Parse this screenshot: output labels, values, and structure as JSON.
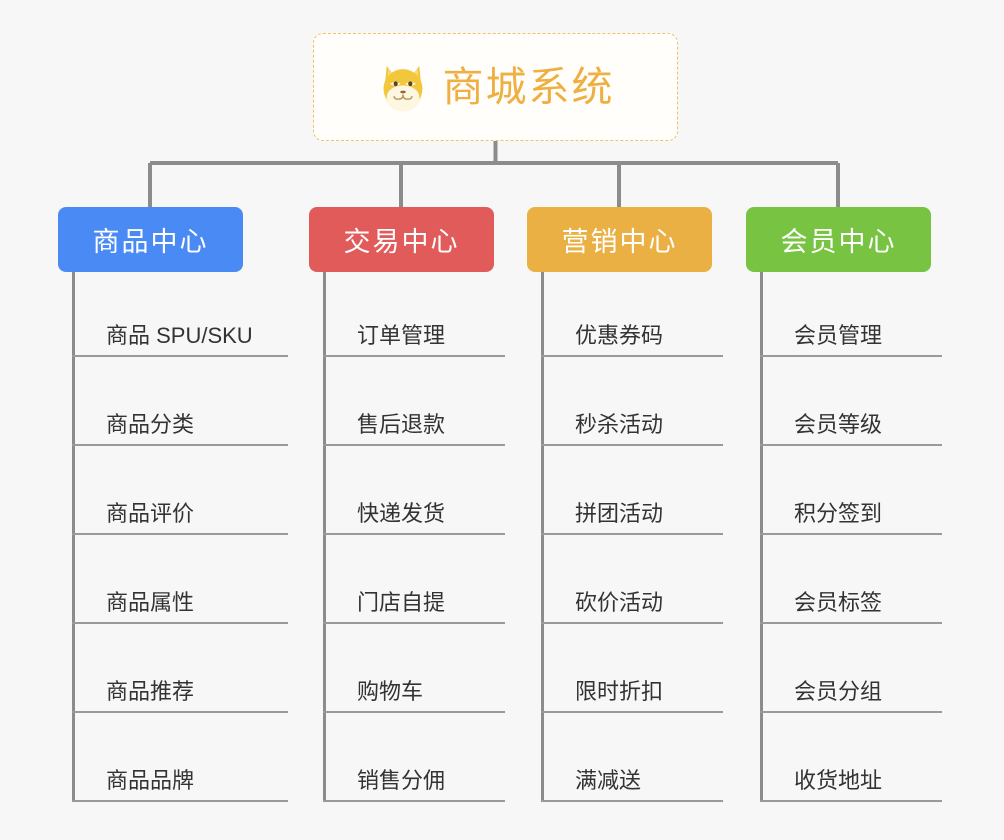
{
  "diagram": {
    "background_color": "#f7f7f7",
    "root": {
      "label": "商城系统",
      "icon": "shiba-dog-face-icon",
      "text_color": "#efb043",
      "border_color": "#f0c06a",
      "background_color": "#fffefb"
    },
    "connector_color": "#8c8c8c",
    "branches": [
      {
        "label": "商品中心",
        "color": "#4a8af4",
        "items": [
          "商品 SPU/SKU",
          "商品分类",
          "商品评价",
          "商品属性",
          "商品推荐",
          "商品品牌"
        ]
      },
      {
        "label": "交易中心",
        "color": "#e15b5b",
        "items": [
          "订单管理",
          "售后退款",
          "快递发货",
          "门店自提",
          "购物车",
          "销售分佣"
        ]
      },
      {
        "label": "营销中心",
        "color": "#eab044",
        "items": [
          "优惠券码",
          "秒杀活动",
          "拼团活动",
          "砍价活动",
          "限时折扣",
          "满减送"
        ]
      },
      {
        "label": "会员中心",
        "color": "#78c342",
        "items": [
          "会员管理",
          "会员等级",
          "积分签到",
          "会员标签",
          "会员分组",
          "收货地址"
        ]
      }
    ]
  }
}
